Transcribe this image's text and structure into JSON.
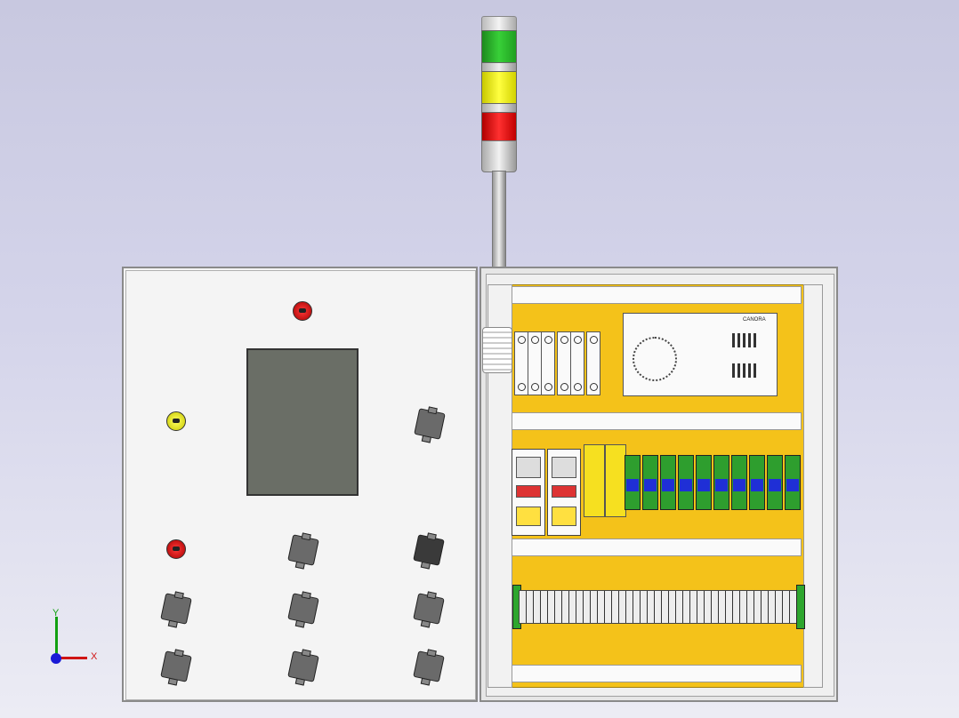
{
  "axis": {
    "x_label": "X",
    "y_label": "Y"
  },
  "power_supply": {
    "brand": "CANORA"
  },
  "colors": {
    "backplate": "#f4c21a",
    "tower_green": "#38d038",
    "tower_yellow": "#ffff40",
    "tower_red": "#ff3030"
  },
  "icons": [
    "signal-tower-icon",
    "indicator-lamp-icon",
    "selector-switch-icon",
    "circuit-breaker-icon",
    "contactor-icon",
    "relay-icon",
    "terminal-block-icon"
  ]
}
